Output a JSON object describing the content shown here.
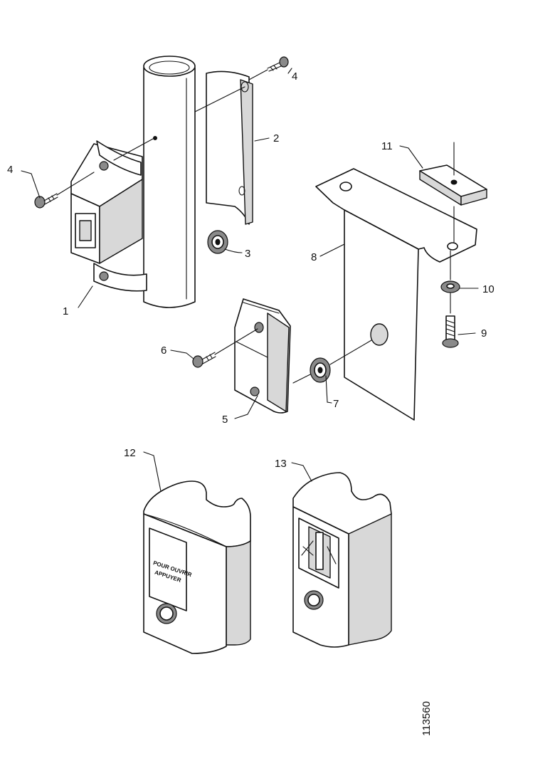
{
  "callouts": {
    "c1": "1",
    "c2": "2",
    "c3": "3",
    "c4a": "4",
    "c4b": "4",
    "c5": "5",
    "c6": "6",
    "c7": "7",
    "c8": "8",
    "c9": "9",
    "c10": "10",
    "c11": "11",
    "c12": "12",
    "c13": "13"
  },
  "cover_label": {
    "line1": "POUR OUVRIR",
    "line2": "APPUYER"
  },
  "document_number": "113560"
}
